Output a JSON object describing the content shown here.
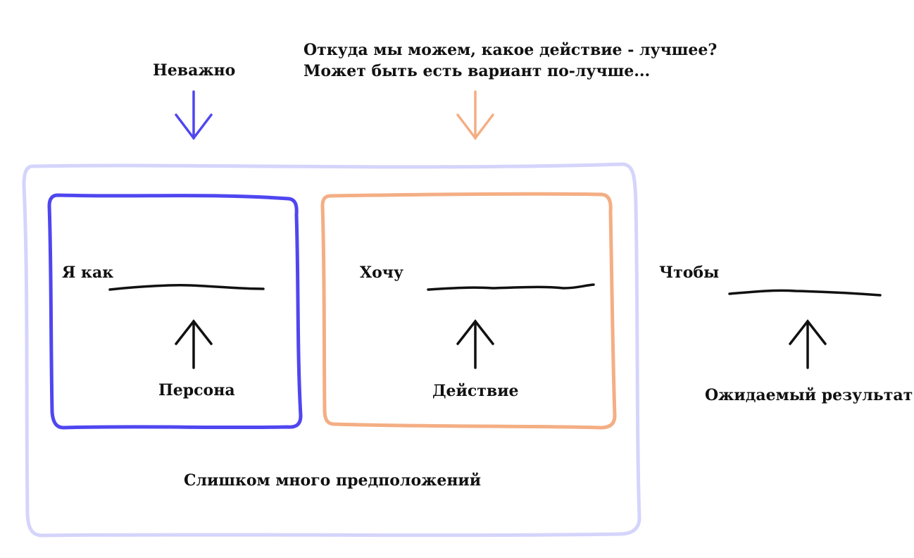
{
  "labels": {
    "unimportant": "Неважно",
    "question_line1": "Откуда мы можем, какое действие - лучшее?",
    "question_line2": "Может быть есть вариант по-лучше...",
    "as_a": "Я как",
    "persona": "Персона",
    "want": "Хочу",
    "action": "Действие",
    "so_that": "Чтобы",
    "expected_result": "Ожидаемый результат",
    "too_many_assumptions": "Слишком много предположений"
  },
  "colors": {
    "persona_box": "#4f46f0",
    "action_box": "#f4ae84",
    "outer_box": "#d5d4fb",
    "ink": "#111111"
  }
}
